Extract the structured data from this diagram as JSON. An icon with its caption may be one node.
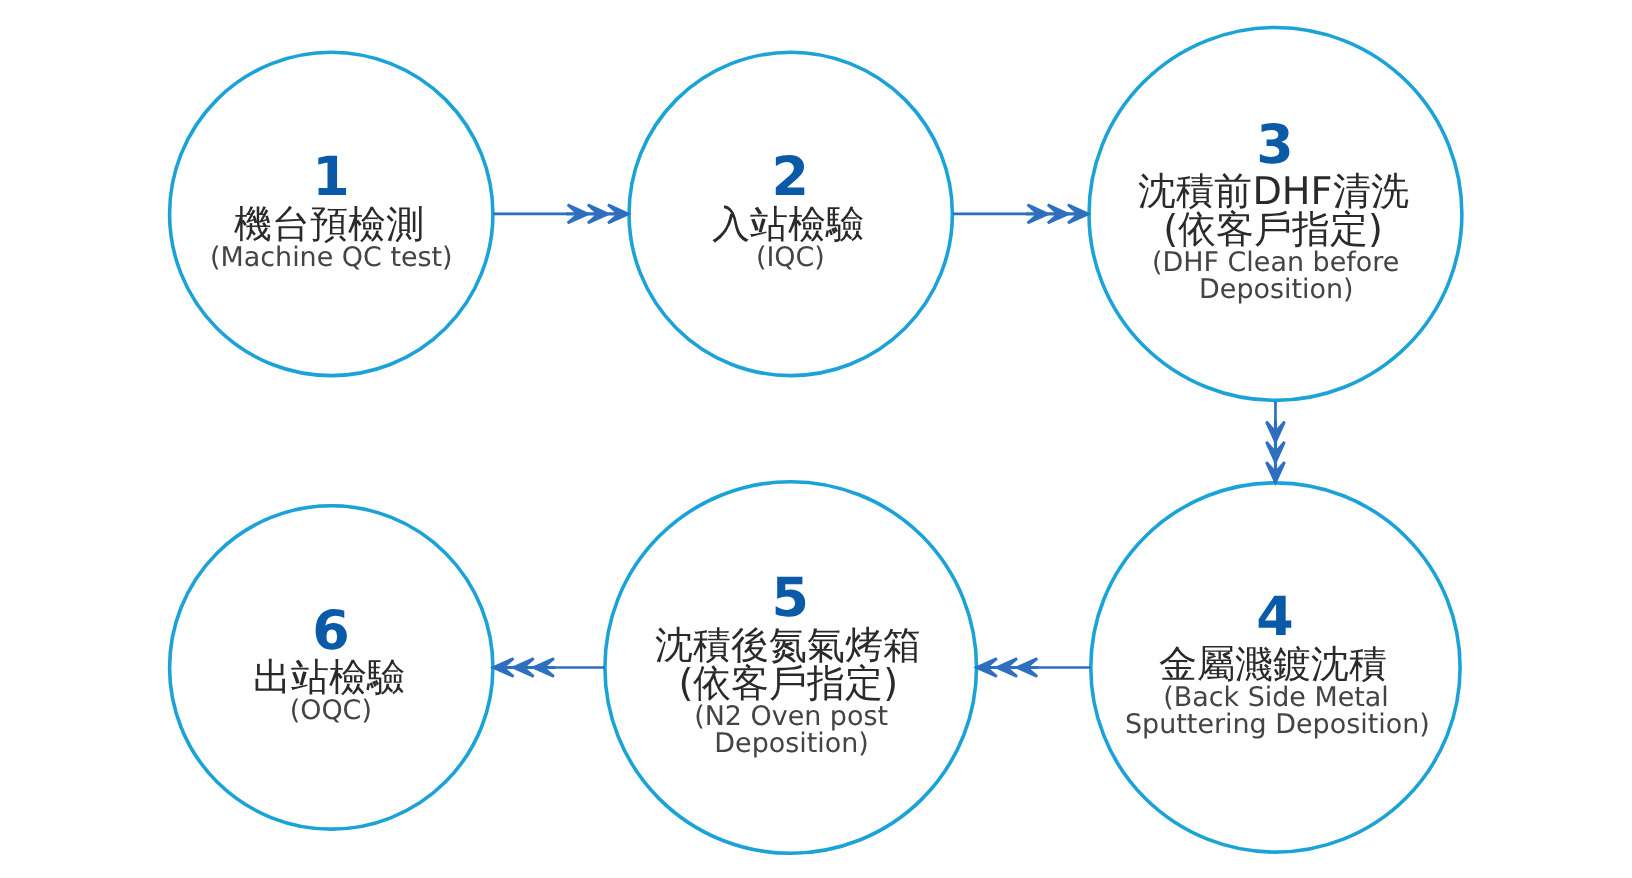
{
  "diagram": {
    "nodes": [
      {
        "text": [
          "1",
          "機台預檢測",
          "(Machine QC test)"
        ]
      },
      {
        "text": [
          "2",
          "入站檢驗",
          "(IQC)"
        ]
      },
      {
        "text": [
          "3",
          "沈積前DHF清洗",
          "(依客戶指定)",
          "(DHF Clean before Deposition)"
        ]
      },
      {
        "text": [
          "4",
          "金屬濺鍍沈積",
          "(Back Side Metal Sputtering Deposition)"
        ]
      },
      {
        "text": [
          "5",
          "沈積後氮氣烤箱",
          "(依客戶指定)",
          "(N2 Oven post Deposition)"
        ]
      },
      {
        "text": [
          "6",
          "出站檢驗",
          "(OQC)"
        ]
      }
    ],
    "edges": [
      {
        "from": 0,
        "to": 1,
        "arrow": "to"
      },
      {
        "from": 1,
        "to": 2,
        "arrow": "to"
      },
      {
        "from": 2,
        "to": 3,
        "arrow": "to"
      },
      {
        "from": 3,
        "to": 4,
        "arrow": "to"
      },
      {
        "from": 4,
        "to": 5,
        "arrow": "to"
      }
    ]
  }
}
